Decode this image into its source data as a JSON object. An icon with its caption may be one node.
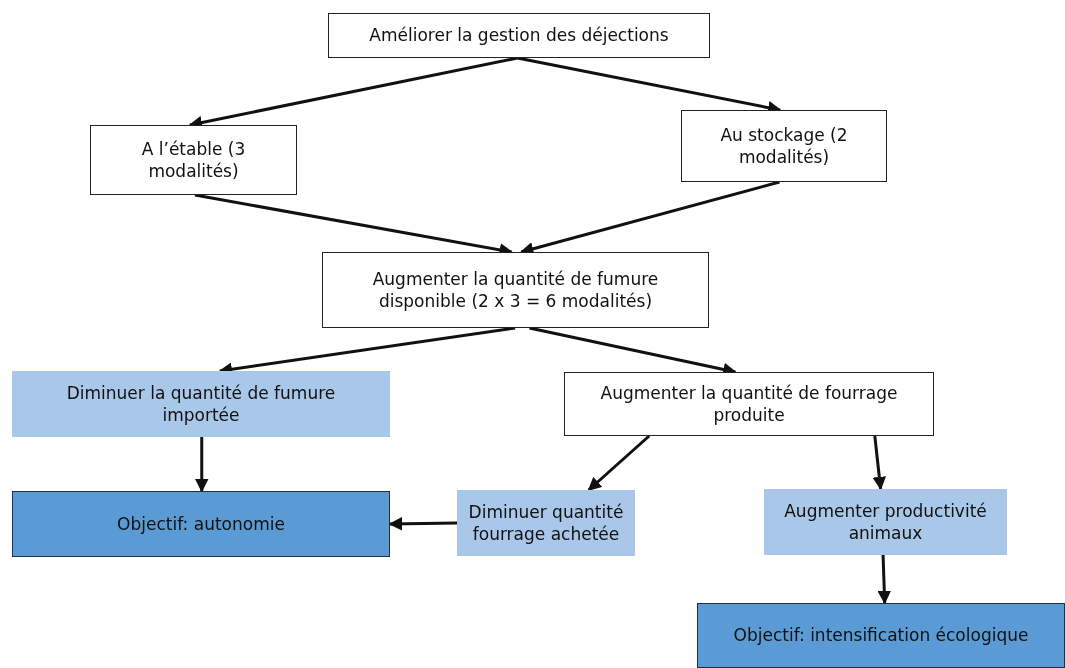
{
  "diagram": {
    "nodes": [
      {
        "text": [
          "Améliorer la gestion des déjections"
        ]
      },
      {
        "text": [
          "A l’étable (3 modalités)"
        ]
      },
      {
        "text": [
          "Au stockage (2 modalités)"
        ]
      },
      {
        "text": [
          "Augmenter la quantité de fumure disponible (2 x 3 = 6 modalités)"
        ]
      },
      {
        "text": [
          "Diminuer la quantité de fumure importée"
        ]
      },
      {
        "text": [
          "Augmenter la quantité de fourrage produite"
        ]
      },
      {
        "text": [
          "Objectif: autonomie"
        ]
      },
      {
        "text": [
          "Diminuer quantité fourrage achetée"
        ]
      },
      {
        "text": [
          "Augmenter productivité animaux"
        ]
      },
      {
        "text": [
          "Objectif: intensification écologique"
        ]
      }
    ],
    "edges": [
      {
        "from": 0,
        "to": 1,
        "arrow": "to"
      },
      {
        "from": 0,
        "to": 2,
        "arrow": "to"
      },
      {
        "from": 1,
        "to": 3,
        "arrow": "to"
      },
      {
        "from": 2,
        "to": 3,
        "arrow": "to"
      },
      {
        "from": 3,
        "to": 4,
        "arrow": "to"
      },
      {
        "from": 3,
        "to": 5,
        "arrow": "to"
      },
      {
        "from": 4,
        "to": 6,
        "arrow": "to"
      },
      {
        "from": 7,
        "to": 6,
        "arrow": "to"
      },
      {
        "from": 5,
        "to": 7,
        "arrow": "to"
      },
      {
        "from": 5,
        "to": 8,
        "arrow": "to"
      },
      {
        "from": 8,
        "to": 9,
        "arrow": "to"
      }
    ]
  }
}
